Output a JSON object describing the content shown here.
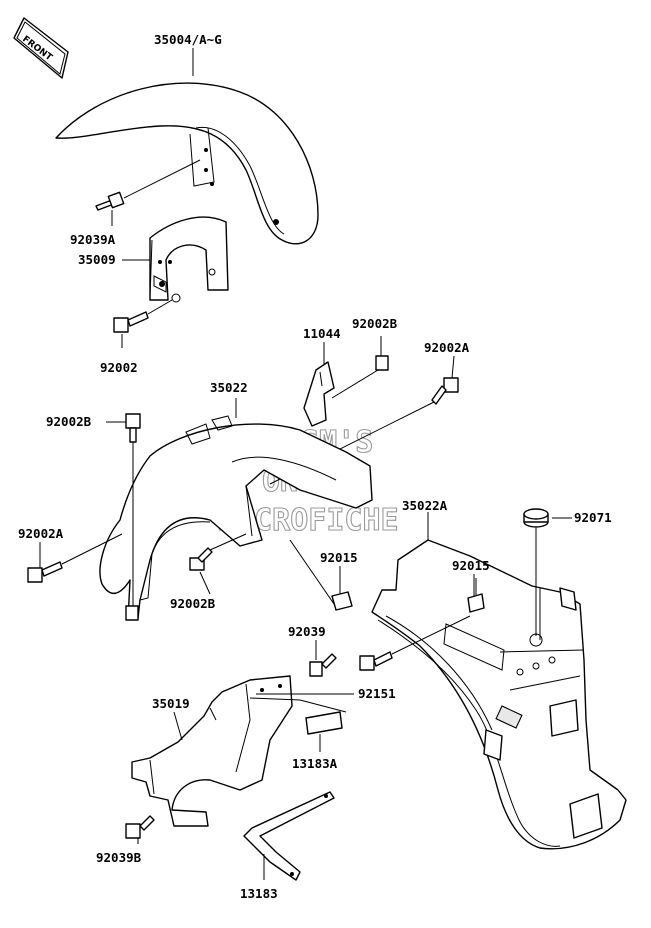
{
  "badge": {
    "text": "FRONT"
  },
  "watermark": {
    "lines": [
      "HLSM'S",
      "ONLINE",
      "MICROFICHE"
    ]
  },
  "callouts": [
    {
      "id": "35004",
      "text": "35004/A~G"
    },
    {
      "id": "92039A",
      "text": "92039A"
    },
    {
      "id": "35009",
      "text": "35009"
    },
    {
      "id": "92002-top",
      "text": "92002"
    },
    {
      "id": "11044",
      "text": "11044"
    },
    {
      "id": "92002B-top",
      "text": "92002B"
    },
    {
      "id": "92002A-right",
      "text": "92002A"
    },
    {
      "id": "35022",
      "text": "35022"
    },
    {
      "id": "92002B-left",
      "text": "92002B"
    },
    {
      "id": "92002A-left",
      "text": "92002A"
    },
    {
      "id": "92002B-mid",
      "text": "92002B"
    },
    {
      "id": "35022A",
      "text": "35022A"
    },
    {
      "id": "92071",
      "text": "92071"
    },
    {
      "id": "92015-left",
      "text": "92015"
    },
    {
      "id": "92015-right",
      "text": "92015"
    },
    {
      "id": "92039",
      "text": "92039"
    },
    {
      "id": "92151",
      "text": "92151"
    },
    {
      "id": "35019",
      "text": "35019"
    },
    {
      "id": "13183A",
      "text": "13183A"
    },
    {
      "id": "92039B",
      "text": "92039B"
    },
    {
      "id": "13183",
      "text": "13183"
    }
  ]
}
